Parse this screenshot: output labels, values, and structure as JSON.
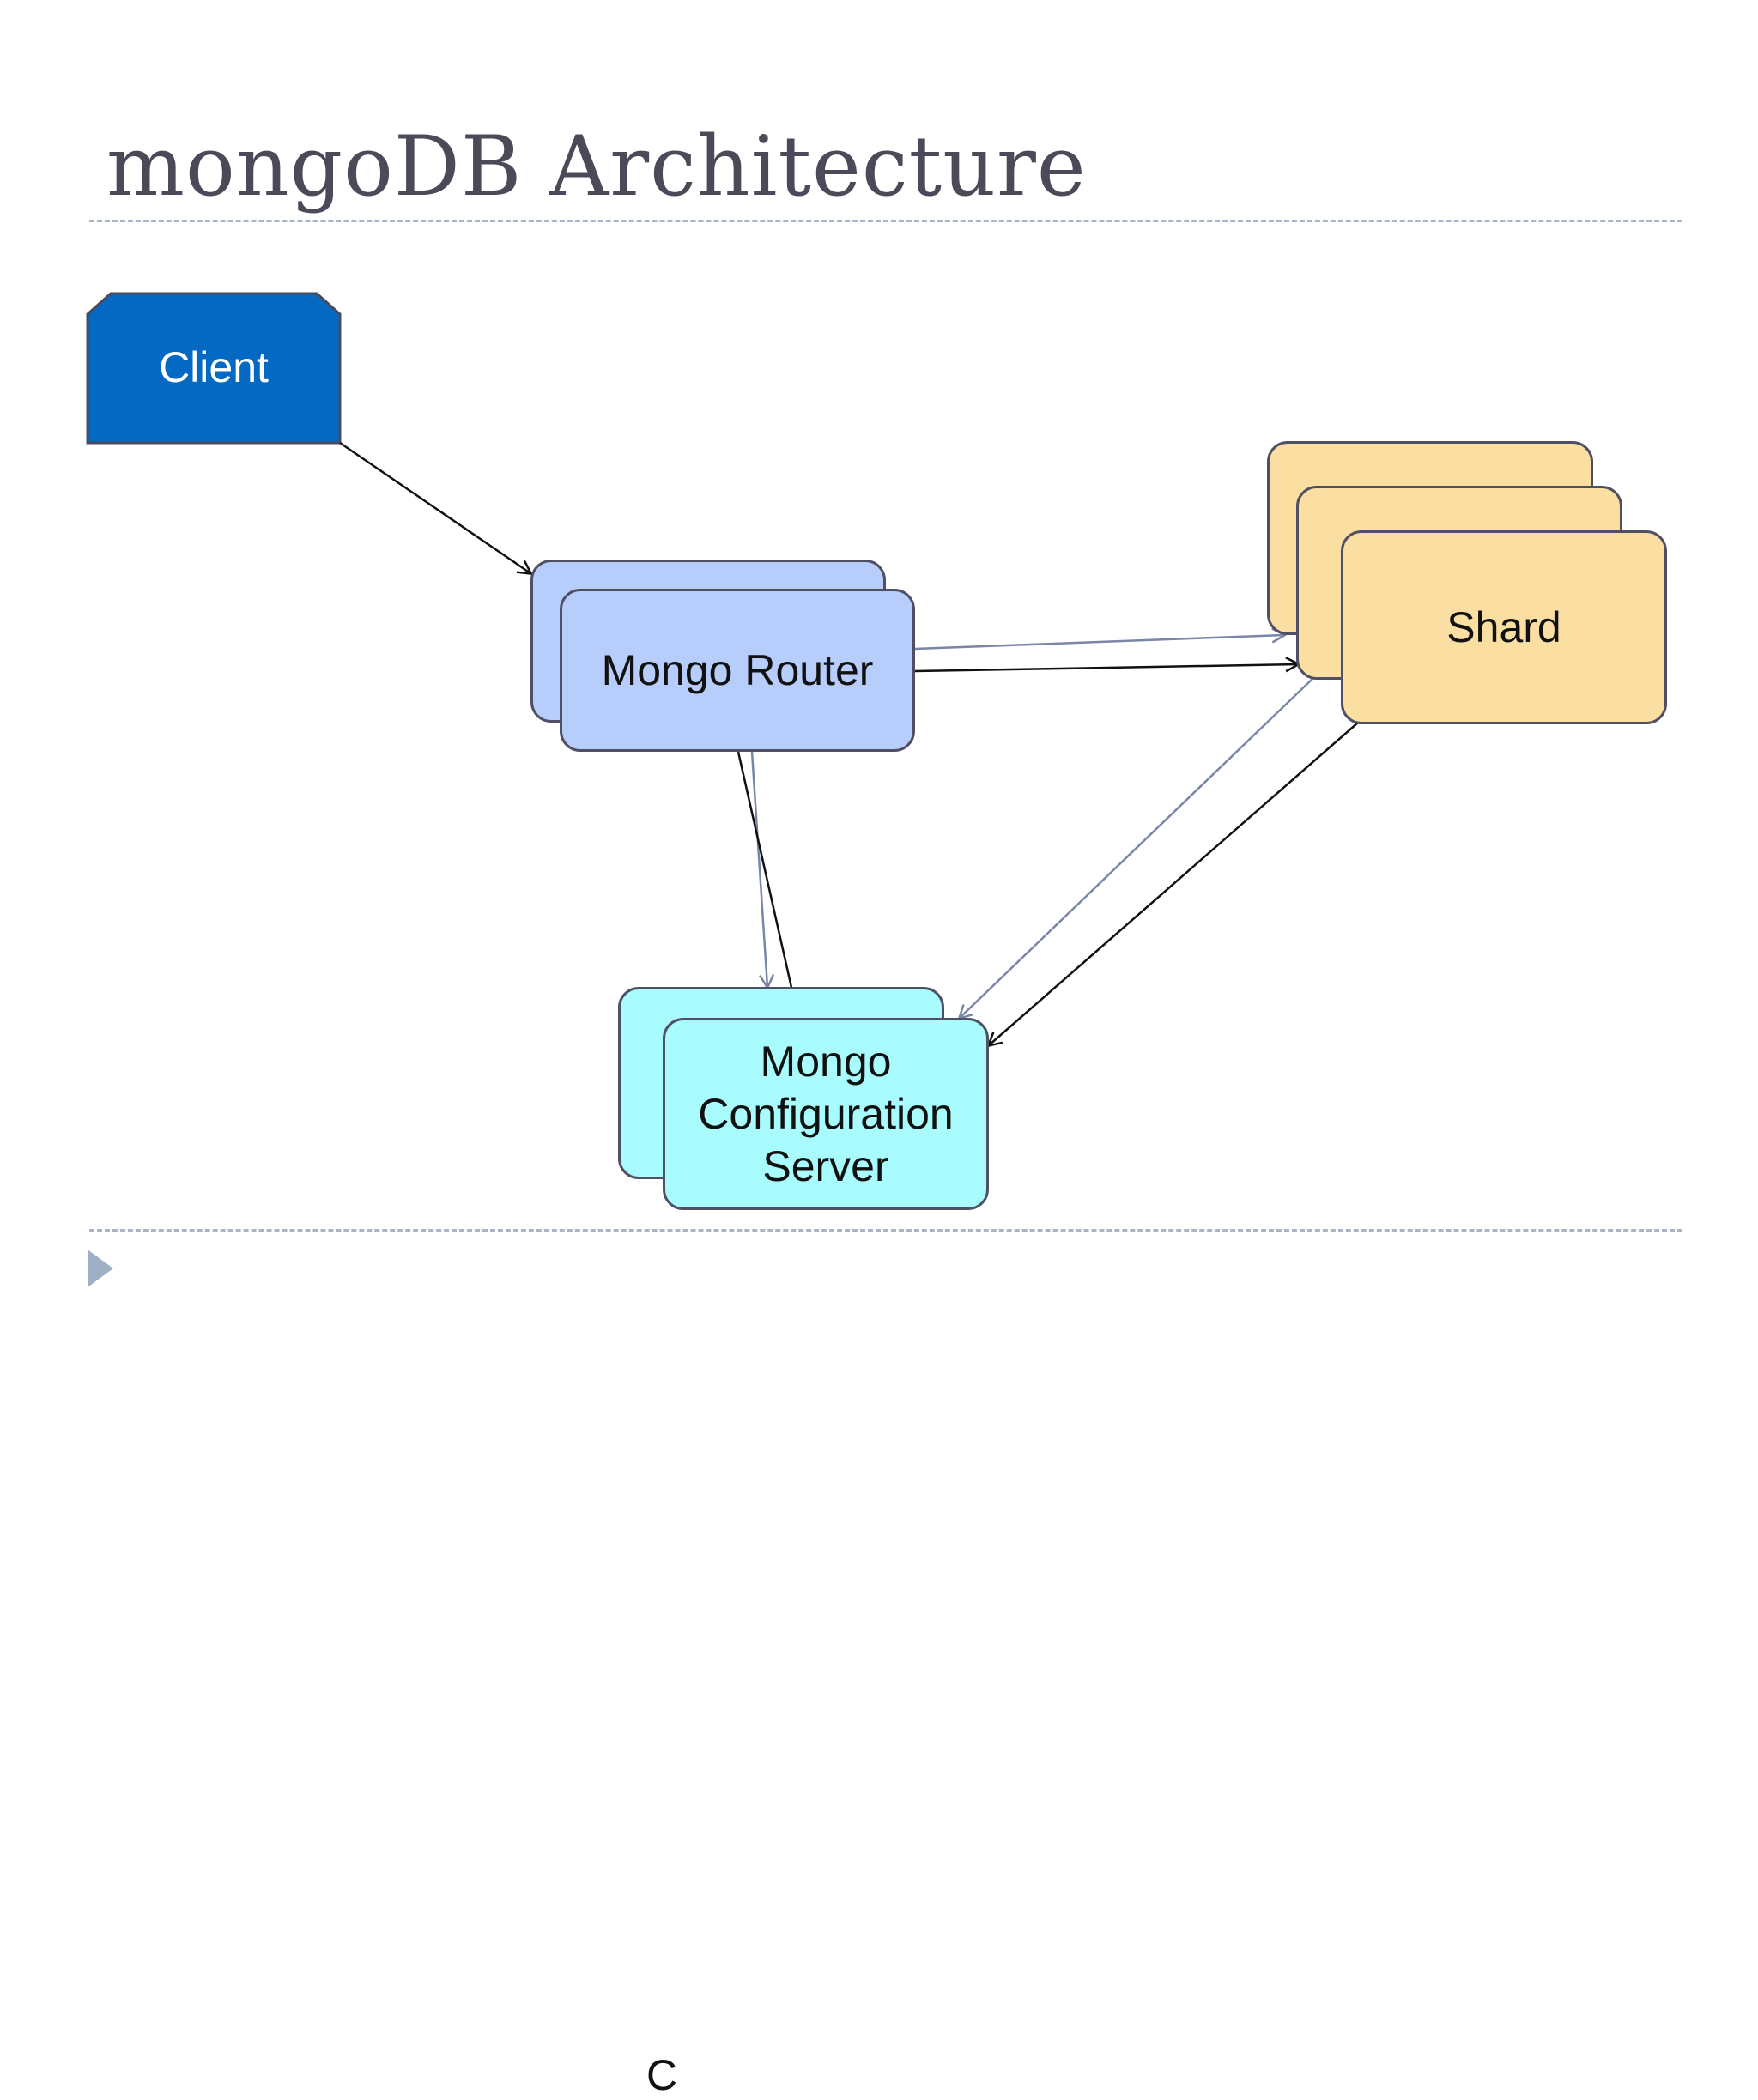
{
  "slide": {
    "title": "mongoDB Architecture"
  },
  "nodes": {
    "client": {
      "label": "Client"
    },
    "router": {
      "label": "Mongo Router"
    },
    "shard": {
      "label": "Shard"
    },
    "config": {
      "label_line1": "Mongo",
      "label_line2": "Configuration",
      "label_line3": "Server",
      "partial_label": "C"
    }
  },
  "colors": {
    "client_fill": "#0369c3",
    "router_fill": "#b7cdfb",
    "shard_fill": "#fbdfa2",
    "config_fill": "#a9fcfd",
    "arrow_dark": "#111111",
    "arrow_light": "#7a86a8",
    "title": "#4a4a58",
    "rule": "#a8b6c8"
  }
}
